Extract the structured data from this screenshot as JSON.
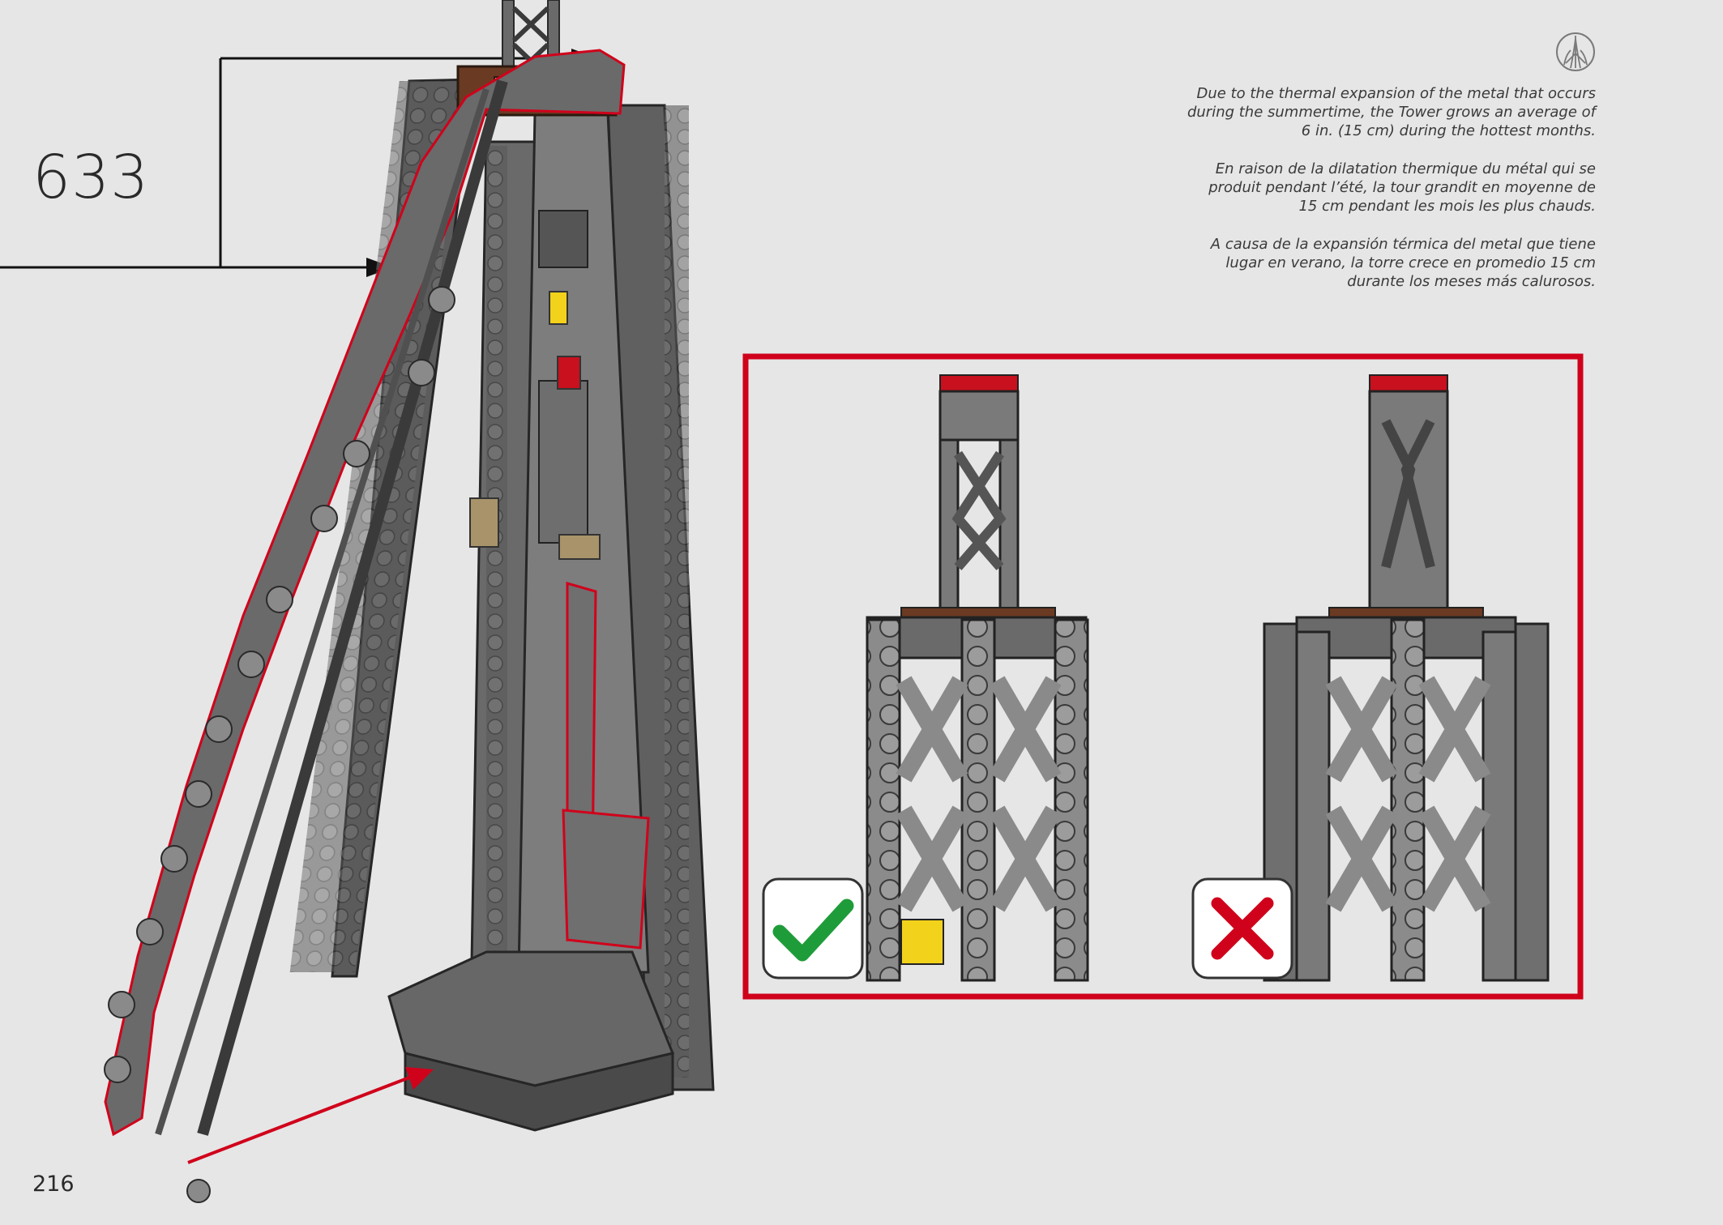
{
  "page": {
    "step_number": "633",
    "page_number": "216"
  },
  "fact": {
    "english": "Due to the thermal expansion of the metal that occurs\nduring the summertime, the Tower grows an average of\n6 in. (15 cm) during the hottest months.",
    "french": "En raison de la dilatation thermique du métal qui se\nproduit pendant l’été, la tour grandit en moyenne de\n15 cm pendant les mois les plus chauds.",
    "spanish": "A causa de la expansión térmica del metal que tiene\nlugar en verano, la torre crece en promedio 15 cm\ndurante los meses más calurosos."
  },
  "icons": {
    "logo": "eiffel-tower-line-logo",
    "correct": "green-checkmark-icon",
    "incorrect": "red-x-icon"
  },
  "colors": {
    "background": "#e6e6e6",
    "highlight_red": "#d0021b",
    "correct_green": "#1f9c3a",
    "brick_dark_gray": "#5d5d5d",
    "brick_mid_gray": "#8a8a8a",
    "reddish_brown": "#6b3a22",
    "brick_red": "#c8101e",
    "brick_yellow": "#f2d21b"
  }
}
